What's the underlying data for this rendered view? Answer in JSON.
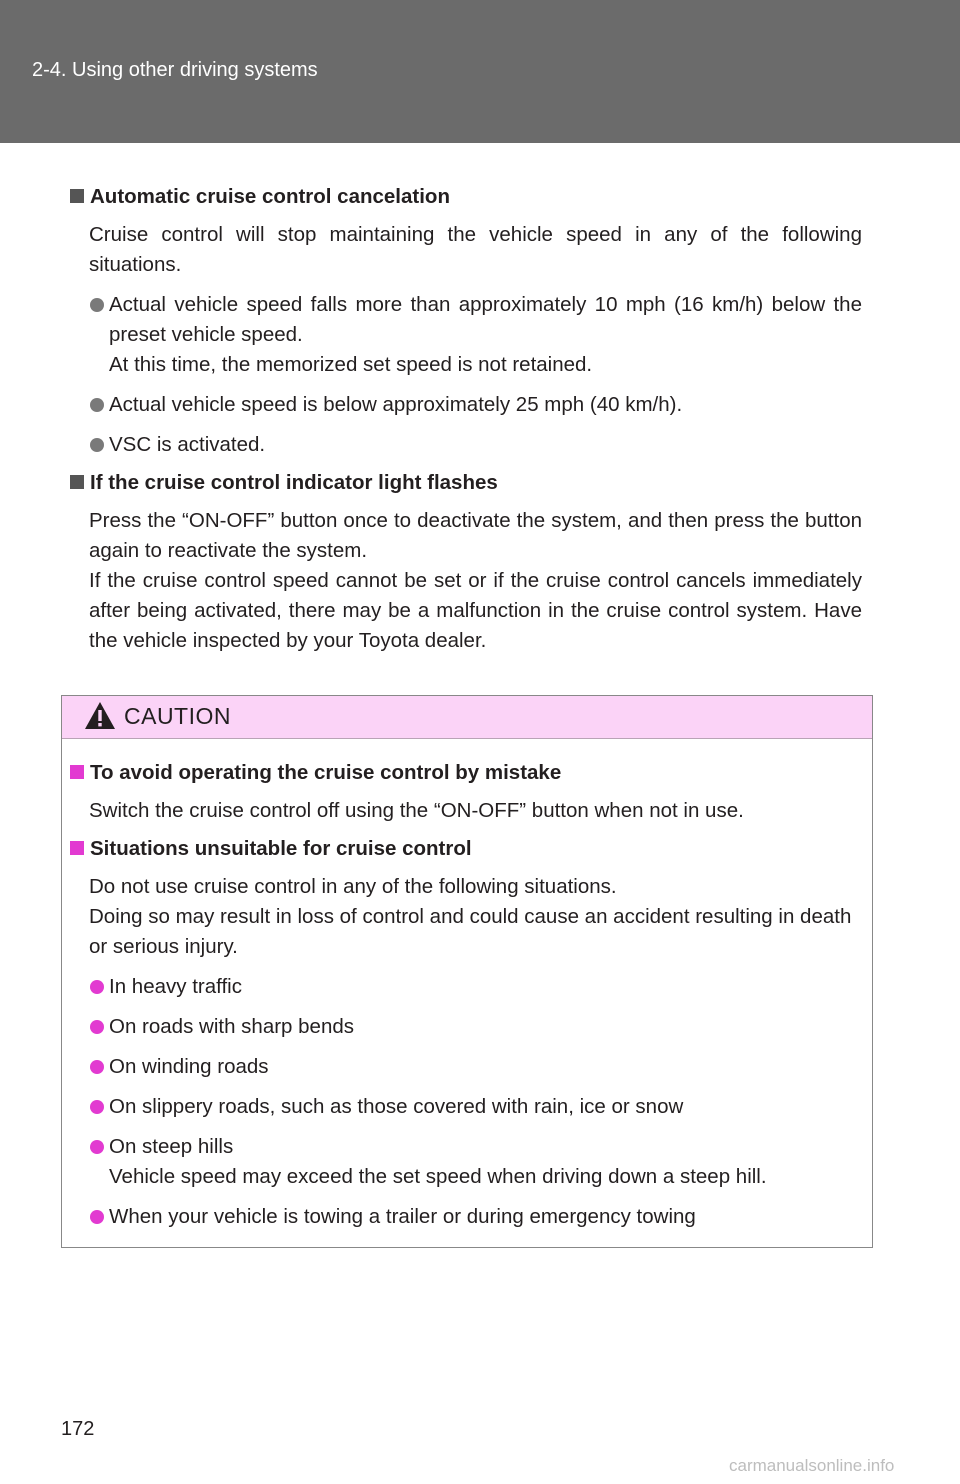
{
  "header": {
    "section": "2-4. Using other driving systems"
  },
  "section1": {
    "heading": "Automatic cruise control cancelation",
    "intro": "Cruise control will stop maintaining the vehicle speed in any of the following situations.",
    "bullets": [
      {
        "line1": "Actual vehicle speed falls more than approximately 10 mph (16 km/h) below the preset vehicle speed.",
        "line2": "At this time, the memorized set speed is not retained."
      },
      {
        "text": "Actual vehicle speed is below approximately 25 mph (40 km/h)."
      },
      {
        "text": "VSC is activated."
      }
    ]
  },
  "section2": {
    "heading": "If the cruise control indicator light flashes",
    "p1": "Press the “ON-OFF” button once to deactivate the system, and then press the button again to reactivate the system.",
    "p2": "If the cruise control speed cannot be set or if the cruise control cancels immediately after being activated, there may be a malfunction in the cruise control system. Have the vehicle inspected by your Toyota dealer."
  },
  "caution": {
    "title": "CAUTION",
    "items": [
      {
        "heading": "To avoid operating the cruise control by mistake",
        "text": "Switch the cruise control off using the “ON-OFF” button when not in use."
      },
      {
        "heading": "Situations unsuitable for cruise control",
        "text1": "Do not use cruise control in any of the following situations.",
        "text2": "Doing so may result in loss of control and could cause an accident resulting in death or serious injury.",
        "bullets": [
          "In heavy traffic",
          "On roads with sharp bends",
          "On winding roads",
          "On slippery roads, such as those covered with rain, ice or snow",
          "On steep hills",
          "When your vehicle is towing a trailer or during emergency towing"
        ],
        "steep_note": "Vehicle speed may exceed the set speed when driving down a steep hill."
      }
    ]
  },
  "page_number": "172",
  "watermark": "carmanualsonline.info",
  "colors": {
    "header_bg": "#6b6b6b",
    "caution_bg": "#fbd3f7",
    "caution_accent": "#e23ad1"
  }
}
